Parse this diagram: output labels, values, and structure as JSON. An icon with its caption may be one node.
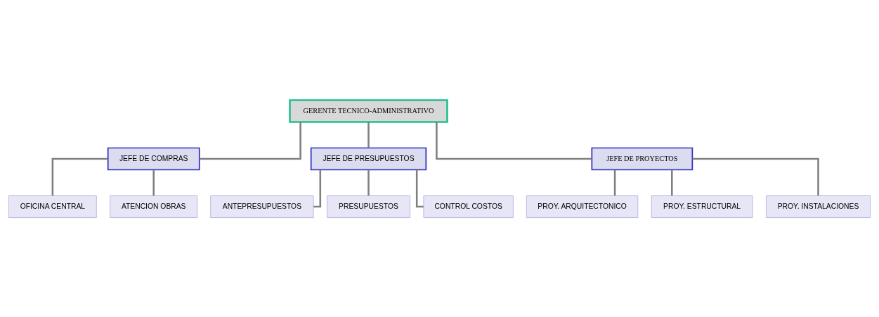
{
  "diagram": {
    "nodes": [
      {
        "text": [
          "GERENTE TECNICO-ADMINISTRATIVO"
        ]
      },
      {
        "text": [
          "JEFE DE COMPRAS"
        ]
      },
      {
        "text": [
          "JEFE DE PRESUPUESTOS"
        ]
      },
      {
        "text": [
          "JEFE DE PROYECTOS"
        ]
      },
      {
        "text": [
          "OFICINA CENTRAL"
        ]
      },
      {
        "text": [
          "ATENCION OBRAS"
        ]
      },
      {
        "text": [
          "ANTEPRESUPUESTOS"
        ]
      },
      {
        "text": [
          "PRESUPUESTOS"
        ]
      },
      {
        "text": [
          "CONTROL COSTOS"
        ]
      },
      {
        "text": [
          "PROY. ARQUITECTONICO"
        ]
      },
      {
        "text": [
          "PROY. ESTRUCTURAL"
        ]
      },
      {
        "text": [
          "PROY. INSTALACIONES"
        ]
      }
    ],
    "edges": [
      {
        "from": 0,
        "to": 1,
        "arrow": "none"
      },
      {
        "from": 0,
        "to": 2,
        "arrow": "none"
      },
      {
        "from": 0,
        "to": 3,
        "arrow": "none"
      },
      {
        "from": 1,
        "to": 4,
        "arrow": "none"
      },
      {
        "from": 1,
        "to": 5,
        "arrow": "none"
      },
      {
        "from": 2,
        "to": 6,
        "arrow": "none"
      },
      {
        "from": 2,
        "to": 7,
        "arrow": "none"
      },
      {
        "from": 2,
        "to": 8,
        "arrow": "none"
      },
      {
        "from": 3,
        "to": 9,
        "arrow": "none"
      },
      {
        "from": 3,
        "to": 10,
        "arrow": "none"
      },
      {
        "from": 3,
        "to": 11,
        "arrow": "none"
      }
    ]
  }
}
